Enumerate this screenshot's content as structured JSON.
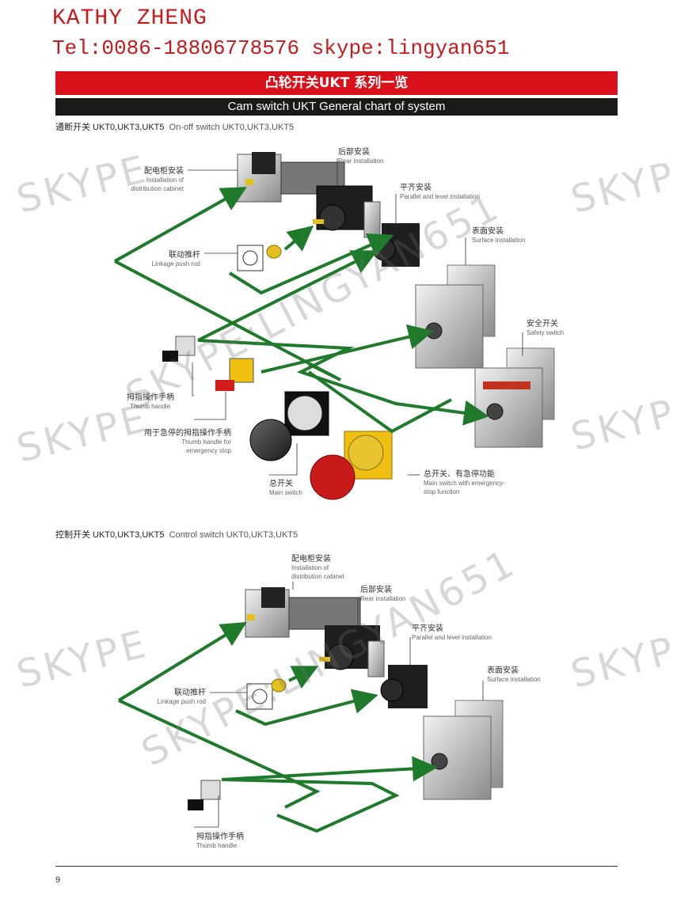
{
  "contact": {
    "name": "KATHY ZHENG",
    "tel_skype": "Tel:0086-18806778576  skype:lingyan651"
  },
  "title_cn": "凸轮开关UKT 系列一览",
  "title_en": "Cam switch UKT General chart of system",
  "section1": {
    "cn": "通断开关 UKT0,UKT3,UKT5",
    "en": "On-off switch UKT0,UKT3,UKT5",
    "labels": {
      "dist_cabinet_cn": "配电柜安装",
      "dist_cabinet_en1": "Installation of",
      "dist_cabinet_en2": "distribution cabinet",
      "rear_cn": "后部安装",
      "rear_en": "Rear installation",
      "parallel_cn": "平齐安装",
      "parallel_en": "Parallel and level installation",
      "surface_cn": "表面安装",
      "surface_en": "Surface installation",
      "linkage_cn": "联动推杆",
      "linkage_en": "Linkage push rod",
      "safety_cn": "安全开关",
      "safety_en": "Safety switch",
      "thumb_cn": "拇指操作手柄",
      "thumb_en": "Thumb handle",
      "emergency_cn": "用于急停的拇指操作手柄",
      "emergency_en1": "Thumb handle for",
      "emergency_en2": "emergency stop",
      "main_cn": "总开关",
      "main_en": "Main switch",
      "main_emerg_cn": "总开关、有急停功能",
      "main_emerg_en1": "Main switch with emergency-",
      "main_emerg_en2": "stop function"
    }
  },
  "section2": {
    "cn": "控制开关 UKT0,UKT3,UKT5",
    "en": "Control switch UKT0,UKT3,UKT5",
    "labels": {
      "dist_cabinet_cn": "配电柜安装",
      "dist_cabinet_en1": "Installation of",
      "dist_cabinet_en2": "distribution cabinet",
      "rear_cn": "后部安装",
      "rear_en": "Rear installation",
      "parallel_cn": "平齐安装",
      "parallel_en": "Parallel and level installation",
      "surface_cn": "表面安装",
      "surface_en": "Surface installation",
      "linkage_cn": "联动推杆",
      "linkage_en": "Linkage push rod",
      "thumb_cn": "拇指操作手柄",
      "thumb_en": "Thumb handle"
    }
  },
  "page_number": "9",
  "watermark": "SKYPE:LINGYAN651",
  "watermark_short": "SKYPE",
  "colors": {
    "accent_red": "#d8111b",
    "arrow_green": "#1f7a2c",
    "contact_red": "#c81a1a"
  }
}
